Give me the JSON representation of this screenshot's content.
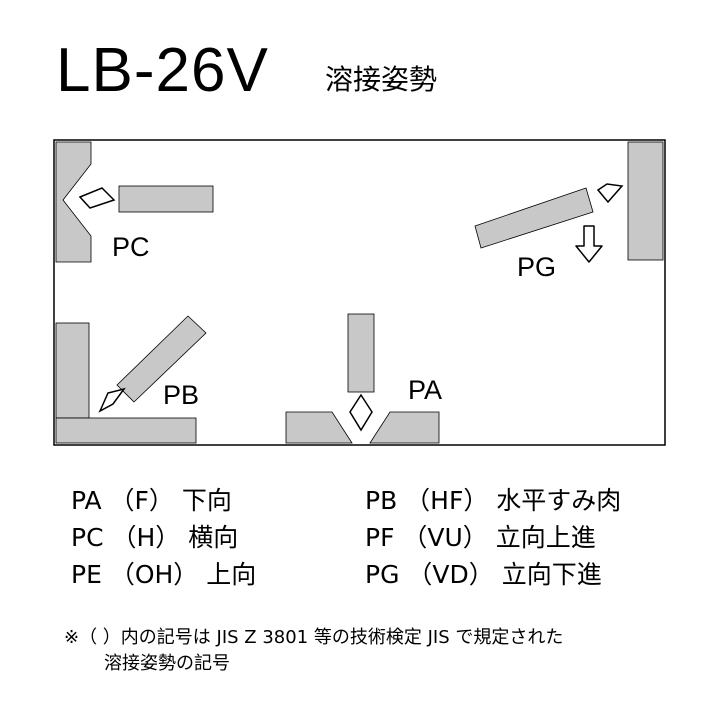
{
  "title": {
    "model": "LB-26V",
    "subtitle": "溶接姿勢"
  },
  "diagram": {
    "labels": {
      "pc": "PC",
      "pg": "PG",
      "pb": "PB",
      "pa": "PA"
    },
    "colors": {
      "plate_fill": "#c8c8c8",
      "stroke": "#000000",
      "background": "#ffffff"
    }
  },
  "legend": [
    {
      "text": "PA （F） 下向"
    },
    {
      "text": "PB （HF） 水平すみ肉"
    },
    {
      "text": "PC （H） 横向"
    },
    {
      "text": "PF （VU） 立向上進"
    },
    {
      "text": "PE （OH） 上向"
    },
    {
      "text": "PG （VD） 立向下進"
    }
  ],
  "note": {
    "line1": "※（ ）内の記号は JIS Z 3801 等の技術検定 JIS で規定された",
    "line2": "溶接姿勢の記号"
  }
}
